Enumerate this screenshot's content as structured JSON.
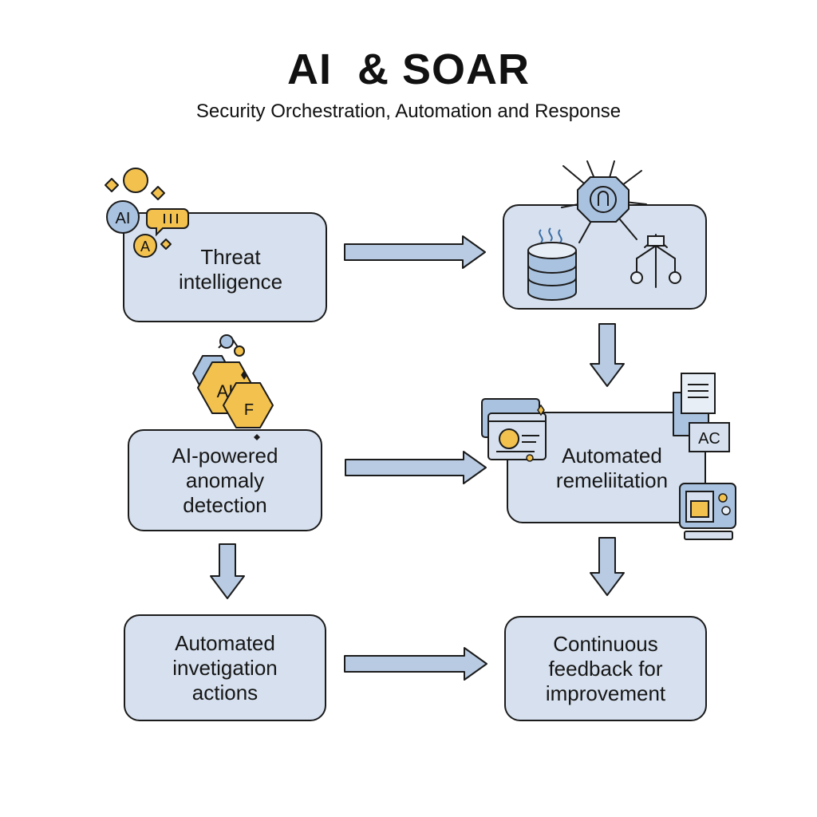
{
  "header": {
    "title": "AI  & SOAR",
    "subtitle": "Security Orchestration, Automation and Response"
  },
  "nodes": {
    "threat": "Threat\nintelligence",
    "anomaly": "AI-powered\nanomaly\ndetection",
    "remediation": "Automated\nremeliitation",
    "investigation": "Automated\ninvetigation\nactions",
    "feedback": "Continuous\nfeedback for\nimprovement"
  },
  "icon_labels": {
    "ai_badge": "AI",
    "a_badge": "A",
    "ai_hex": "AI",
    "f_hex": "F",
    "ac_doc": "AC"
  },
  "icons": [
    "ai-badge-icon",
    "chat-bubble-icon",
    "sparkle-icon",
    "hexagon-cluster-icon",
    "database-icon",
    "network-hub-icon",
    "flow-tree-icon",
    "browser-window-icon",
    "document-icon",
    "dashboard-icon"
  ],
  "colors": {
    "box_fill": "#d6e0ee",
    "box_stroke": "#1b1b1b",
    "arrow_fill": "#b8cbe2",
    "accent_yellow": "#f2c14e",
    "accent_blue": "#a9c2df"
  }
}
